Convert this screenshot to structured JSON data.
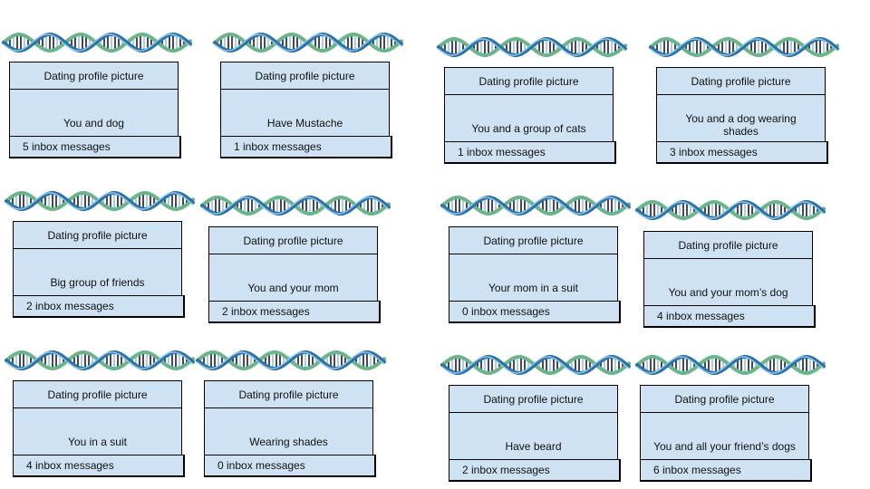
{
  "cards": [
    {
      "header": "Dating profile picture",
      "body": "You and dog",
      "footer": "5 inbox messages"
    },
    {
      "header": "Dating profile picture",
      "body": "Have Mustache",
      "footer": "1 inbox messages"
    },
    {
      "header": "Dating profile picture",
      "body": "You and a group of cats",
      "footer": "1 inbox messages"
    },
    {
      "header": "Dating profile picture",
      "body": "You and a dog wearing shades",
      "footer": "3 inbox messages"
    },
    {
      "header": "Dating profile picture",
      "body": "Big group of friends",
      "footer": "2 inbox messages"
    },
    {
      "header": "Dating profile picture",
      "body": "You and your mom",
      "footer": "2 inbox messages"
    },
    {
      "header": "Dating profile picture",
      "body": "Your mom in a suit",
      "footer": "0 inbox messages"
    },
    {
      "header": "Dating profile picture",
      "body": "You and your mom’s dog",
      "footer": "4 inbox messages"
    },
    {
      "header": "Dating profile picture",
      "body": "You in a suit",
      "footer": "4 inbox messages"
    },
    {
      "header": "Dating profile picture",
      "body": "Wearing shades",
      "footer": "0 inbox messages"
    },
    {
      "header": "Dating profile picture",
      "body": "Have beard",
      "footer": "2 inbox messages"
    },
    {
      "header": "Dating profile picture",
      "body": "You and all your friend’s dogs",
      "footer": "6 inbox messages"
    }
  ],
  "helix_colors": {
    "blue": "#2a72a8",
    "green": "#6ab58a",
    "light_blue": "#8dc4e6",
    "rung": "#1a1a2e"
  }
}
